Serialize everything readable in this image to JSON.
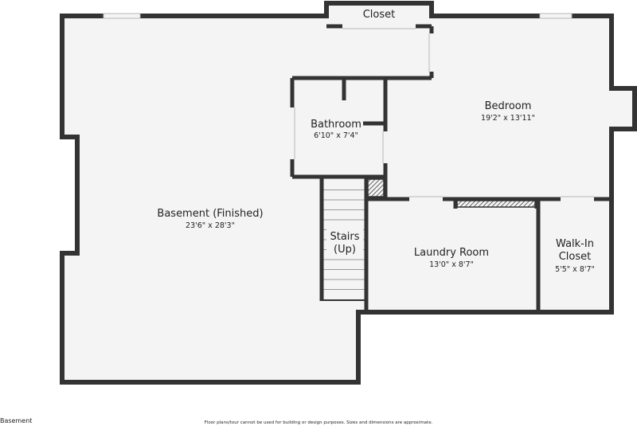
{
  "plan": {
    "floor_label": "Basement",
    "disclaimer": "Floor plans/tour cannot be used for building or design purposes. Sizes and dimensions are approximate.",
    "colors": {
      "wall": "#333333",
      "floor": "#f4f4f4",
      "window": "#b9b9b9"
    },
    "rooms": {
      "closet": {
        "name": "Closet"
      },
      "bathroom": {
        "name": "Bathroom",
        "dims": "6'10\" x 7'4\""
      },
      "bedroom": {
        "name": "Bedroom",
        "dims": "19'2\" x 13'11\""
      },
      "basement": {
        "name": "Basement (Finished)",
        "dims": "23'6\" x 28'3\""
      },
      "stairs": {
        "name_line1": "Stairs",
        "name_line2": "(Up)"
      },
      "laundry": {
        "name": "Laundry Room",
        "dims": "13'0\" x 8'7\""
      },
      "walkin": {
        "name_line1": "Walk-In",
        "name_line2": "Closet",
        "dims": "5'5\" x 8'7\""
      }
    }
  }
}
